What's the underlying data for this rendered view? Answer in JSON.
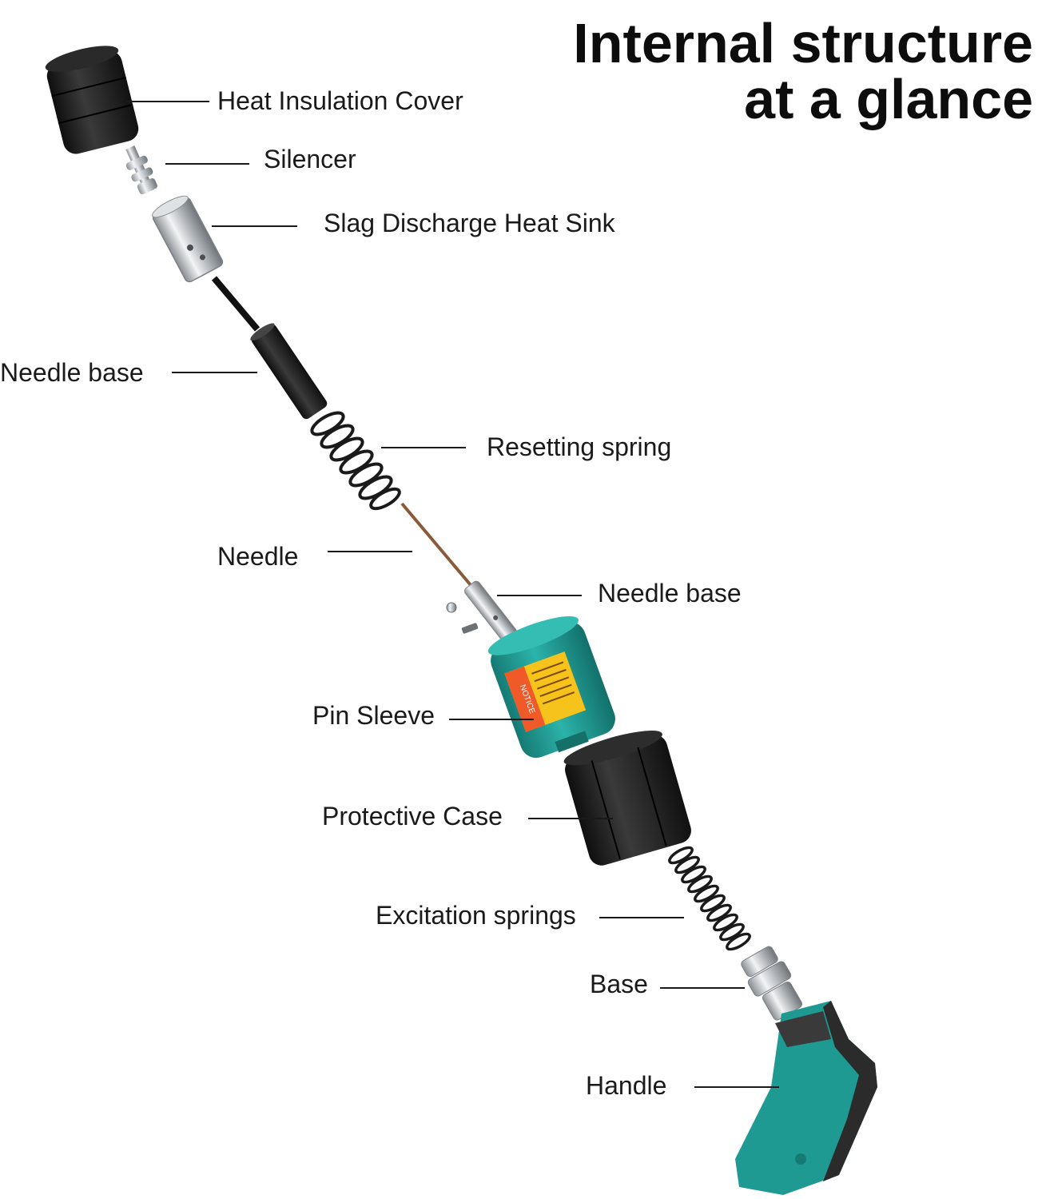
{
  "title": {
    "line1": "Internal structure",
    "line2": "at a glance"
  },
  "labels": {
    "heat_insulation_cover": "Heat Insulation Cover",
    "silencer": "Silencer",
    "slag_discharge_heat_sink": "Slag Discharge Heat Sink",
    "needle_base_upper": "Needle base",
    "resetting_spring": "Resetting spring",
    "needle": "Needle",
    "needle_base_lower": "Needle base",
    "pin_sleeve": "Pin Sleeve",
    "protective_case": "Protective Case",
    "excitation_springs": "Excitation springs",
    "base": "Base",
    "handle": "Handle"
  },
  "sticker": {
    "notice": "NOTICE"
  },
  "colors": {
    "teal": "#1f9a93",
    "dark_rubber": "#1c1c1c",
    "metal": "#c4c8cc",
    "warning_orange": "#f05a28",
    "warning_yellow": "#f6c21c"
  }
}
